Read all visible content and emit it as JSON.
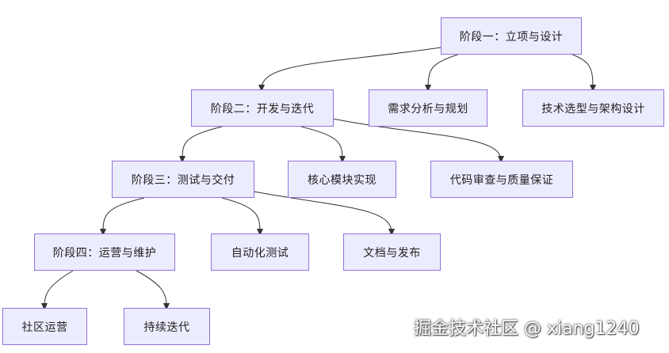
{
  "diagram": {
    "nodes": {
      "stage1": "阶段一：立项与设计",
      "requirements": "需求分析与规划",
      "tech_selection": "技术选型与架构设计",
      "stage2": "阶段二：开发与迭代",
      "core_modules": "核心模块实现",
      "code_review": "代码审查与质量保证",
      "stage3": "阶段三：测试与交付",
      "auto_test": "自动化测试",
      "docs_release": "文档与发布",
      "stage4": "阶段四：运营与维护",
      "community": "社区运营",
      "iteration": "持续迭代"
    },
    "edges": [
      [
        "stage1",
        "stage2"
      ],
      [
        "stage1",
        "requirements"
      ],
      [
        "stage1",
        "tech_selection"
      ],
      [
        "stage2",
        "stage3"
      ],
      [
        "stage2",
        "core_modules"
      ],
      [
        "stage2",
        "code_review"
      ],
      [
        "stage3",
        "stage4"
      ],
      [
        "stage3",
        "auto_test"
      ],
      [
        "stage3",
        "docs_release"
      ],
      [
        "stage4",
        "community"
      ],
      [
        "stage4",
        "iteration"
      ]
    ],
    "colors": {
      "node_fill": "#ECECFF",
      "node_border": "#9370DB",
      "edge": "#333333"
    }
  },
  "watermark": "掘金技术社区 @ xiang1240"
}
